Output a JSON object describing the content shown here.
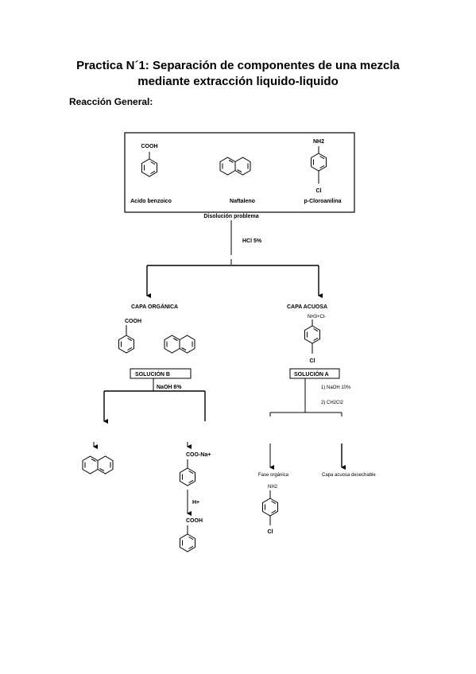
{
  "title_line1": "Practica N´1: Separación de componentes de una mezcla",
  "title_line2": "mediante extracción liquido-liquido",
  "subheading": "Reacción General:",
  "scheme": {
    "box_compounds": {
      "acid_group": "COOH",
      "acid_name": "Acido benzoico",
      "naph_name": "Naftaleno",
      "amine_group": "NH2",
      "amine_sub": "Cl",
      "amine_name": "p-Cloroanilina"
    },
    "problem_solution": "Disolución problema",
    "reagent_hcl": "HCl 5%",
    "organic_layer": "CAPA ORGÁNICA",
    "aqueous_layer": "CAPA ACUOSA",
    "org_acid_group": "COOH",
    "aq_salt_group": "NH3+Cl-",
    "aq_salt_sub": "Cl",
    "solution_b": "SOLUCIÓN B",
    "solution_a": "SOLUCIÓN A",
    "reagent_naoh_b": "NaOH 6%",
    "reagent_naoh_a": "1) NaOH 10%",
    "reagent_ch2cl2": "2) CH2Cl2",
    "salt_group": "COO-Na+",
    "reagent_h": "H+",
    "final_acid_group": "COOH",
    "phase_organic": "Fase orgánica",
    "phase_amine_group": "NH2",
    "phase_amine_sub": "Cl",
    "aqueous_waste": "Capa acuosa desechable"
  }
}
